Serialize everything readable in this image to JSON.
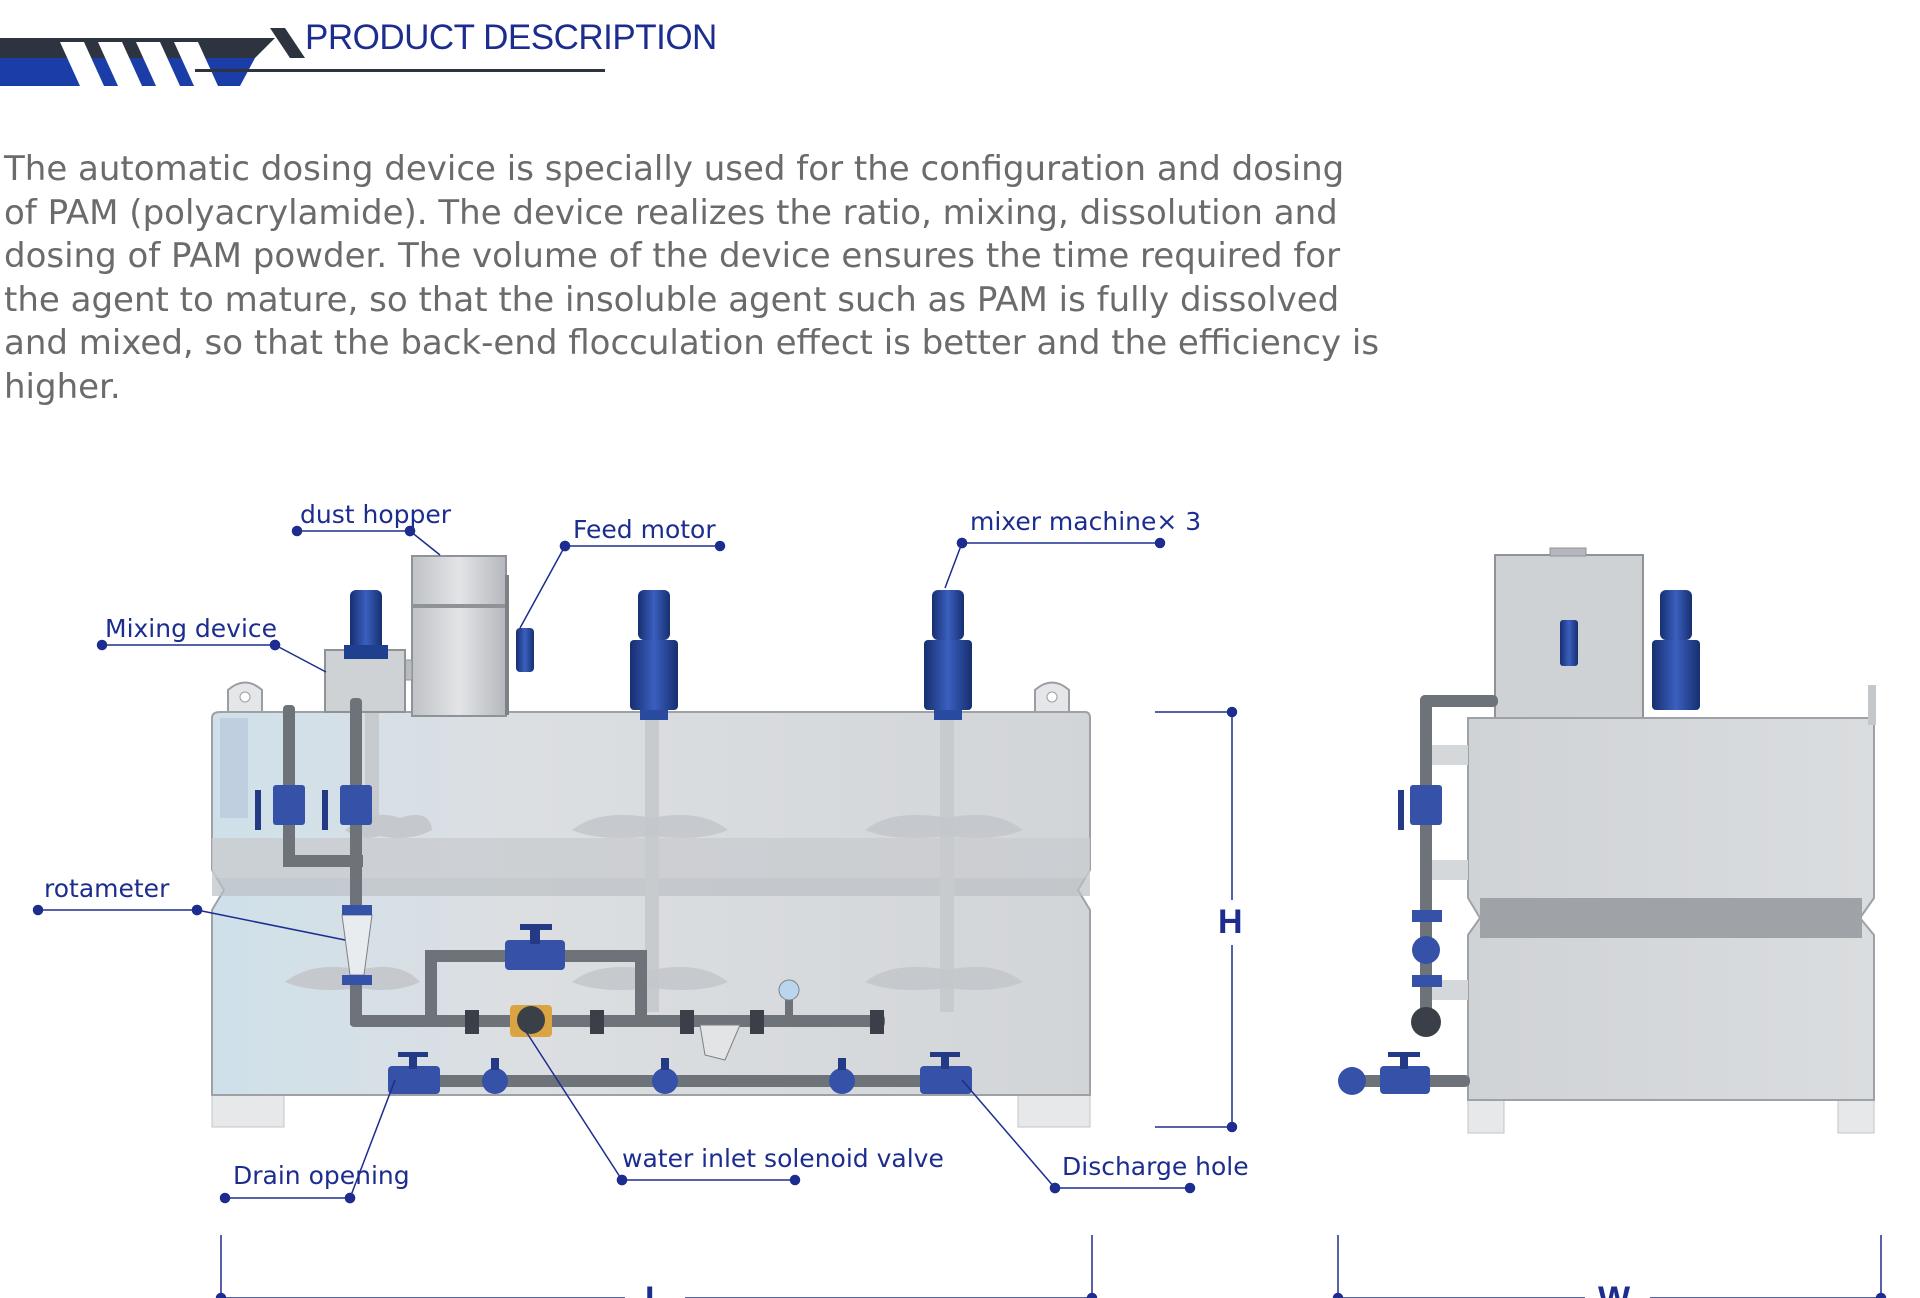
{
  "header": {
    "title": "PRODUCT DESCRIPTION",
    "accent_color": "#1a3da8",
    "stripe_color": "#2d3440"
  },
  "description": "The automatic dosing device is specially used for the configuration and dosing of PAM (polyacrylamide). The device realizes the ratio, mixing, dissolution and dosing of PAM powder. The volume of the device ensures the time required for the agent to mature, so that the insoluble agent such as PAM is fully dissolved and mixed, so that the back-end flocculation effect is better and the efficiency is higher.",
  "labels": {
    "dust_hopper": "dust hopper",
    "feed_motor": "Feed motor",
    "mixer_machine": "mixer machine× 3",
    "mixing_device": "Mixing device",
    "rotameter": "rotameter",
    "drain_opening": "Drain opening",
    "water_inlet": "water inlet solenoid valve",
    "discharge_hole": "Discharge hole"
  },
  "dimensions": {
    "height": "H",
    "length": "L",
    "width": "W"
  },
  "colors": {
    "tank": "#d9dcdf",
    "tank_shadow": "#b9bdc1",
    "pipe": "#6e737a",
    "motor": "#1f3f8f",
    "valve_handle": "#243a84",
    "valve_body": "#3651a8",
    "solenoid": "#d9a441",
    "label": "#1c2d8f"
  }
}
